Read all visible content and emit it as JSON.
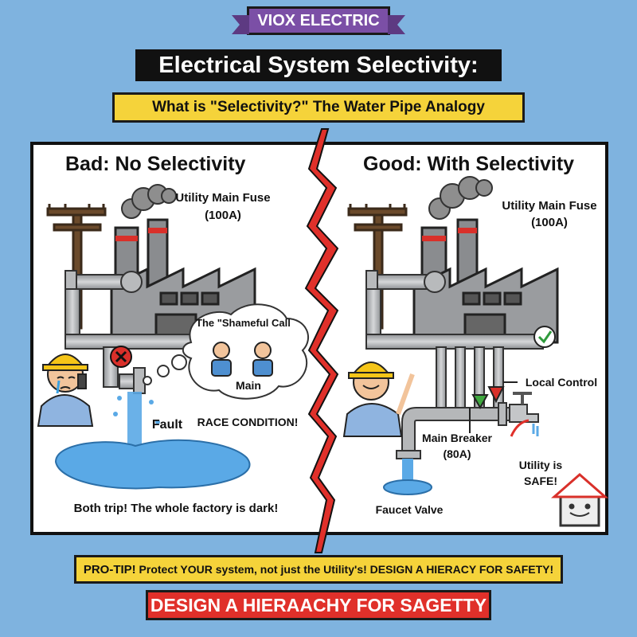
{
  "brand": "VIOX ELECTRIC",
  "title": "Electrical System Selectivity:",
  "subtitle": "What is \"Selectivity?\" The Water Pipe Analogy",
  "left": {
    "heading": "Bad: No Selectivity",
    "fuse_label": "Utility Main Fuse",
    "fuse_rating": "(100A)",
    "thought_title": "The \"Shameful Call",
    "thought_main": "Main",
    "fault": "Fault",
    "race": "RACE CONDITION!",
    "caption": "Both trip! The whole factory is dark!"
  },
  "right": {
    "heading": "Good: With Selectivity",
    "fuse_label": "Utility Main Fuse",
    "fuse_rating": "(100A)",
    "local_control": "Local Control",
    "main_breaker": "Main Breaker",
    "main_breaker_rating": "(80A)",
    "utility_safe_1": "Utility is",
    "utility_safe_2": "SAFE!",
    "faucet": "Faucet Valve"
  },
  "protip": {
    "lead": "PRO-TIP!",
    "text": "Protect YOUR system, not just the Utility's! DESIGN A HIERACY FOR SAFETY!"
  },
  "footer": "DESIGN A HIERAACHY FOR SAGETTY",
  "colors": {
    "background": "#7fb3df",
    "banner": "#7b4fa6",
    "highlight": "#f5d33a",
    "footer": "#e0302a",
    "lightning": "#e0302a",
    "pipe": "#a9abad",
    "water": "#5aa9e6"
  }
}
